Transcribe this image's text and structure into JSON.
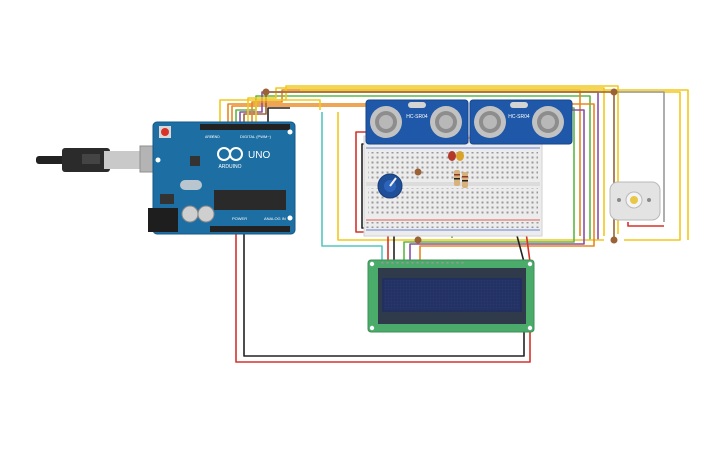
{
  "arduino": {
    "logo_text": "ARDUINO",
    "model_text": "UNO",
    "digital_label": "DIGITAL (PWM~)",
    "power_label": "POWER",
    "analog_label": "ANALOG IN",
    "aref_label": "AREF",
    "gnd_label": "GND"
  },
  "sensors": [
    {
      "model": "HC-SR04"
    },
    {
      "model": "HC-SR04"
    }
  ],
  "colors": {
    "arduino_board": "#1d6fa3",
    "arduino_dark": "#155a86",
    "breadboard": "#ececec",
    "sensor_pcb": "#1f58a8",
    "lcd_pcb": "#4bab6a",
    "lcd_screen": "#22305f",
    "wire_orange": "#e8871e",
    "wire_yellow": "#f2c81c",
    "wire_red": "#d6322a",
    "wire_green": "#5cb843",
    "wire_purple": "#8b4fa6",
    "wire_brown": "#9b6235",
    "wire_black": "#222222",
    "wire_cyan": "#54c6c0",
    "wire_gray": "#9a9a9a"
  }
}
